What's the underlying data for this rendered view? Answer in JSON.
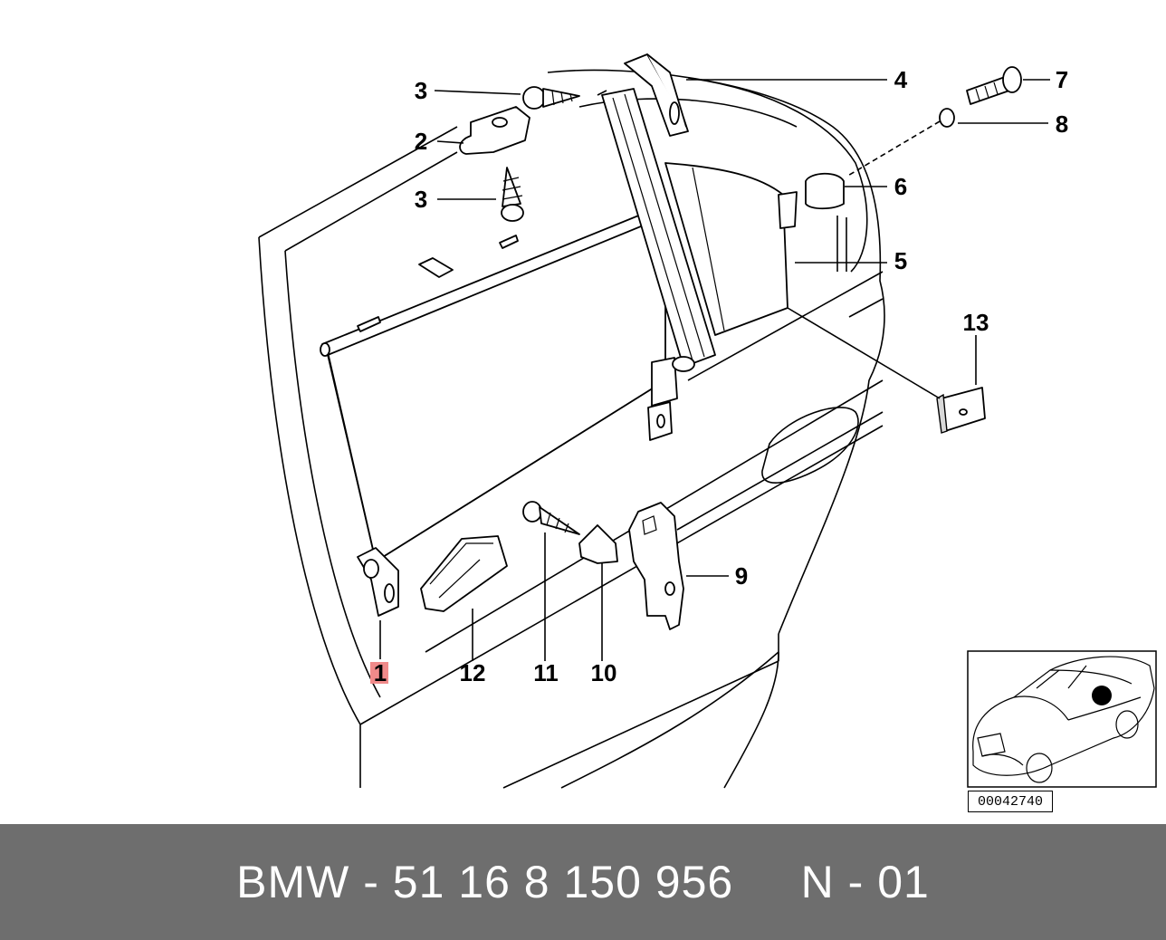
{
  "diagram": {
    "callouts": [
      {
        "id": "c1",
        "label": "1",
        "highlight": true
      },
      {
        "id": "c2",
        "label": "2"
      },
      {
        "id": "c3a",
        "label": "3"
      },
      {
        "id": "c3b",
        "label": "3"
      },
      {
        "id": "c4",
        "label": "4"
      },
      {
        "id": "c5",
        "label": "5"
      },
      {
        "id": "c6",
        "label": "6"
      },
      {
        "id": "c7",
        "label": "7"
      },
      {
        "id": "c8",
        "label": "8"
      },
      {
        "id": "c9",
        "label": "9"
      },
      {
        "id": "c10",
        "label": "10"
      },
      {
        "id": "c11",
        "label": "11"
      },
      {
        "id": "c12",
        "label": "12"
      },
      {
        "id": "c13",
        "label": "13"
      }
    ],
    "highlight_color": "#f08a8a"
  },
  "thumbnail": {
    "ref_code": "00042740"
  },
  "footer": {
    "text": "BMW - 51 16 8 150 956     N - 01",
    "background": "#6e6e6e"
  }
}
